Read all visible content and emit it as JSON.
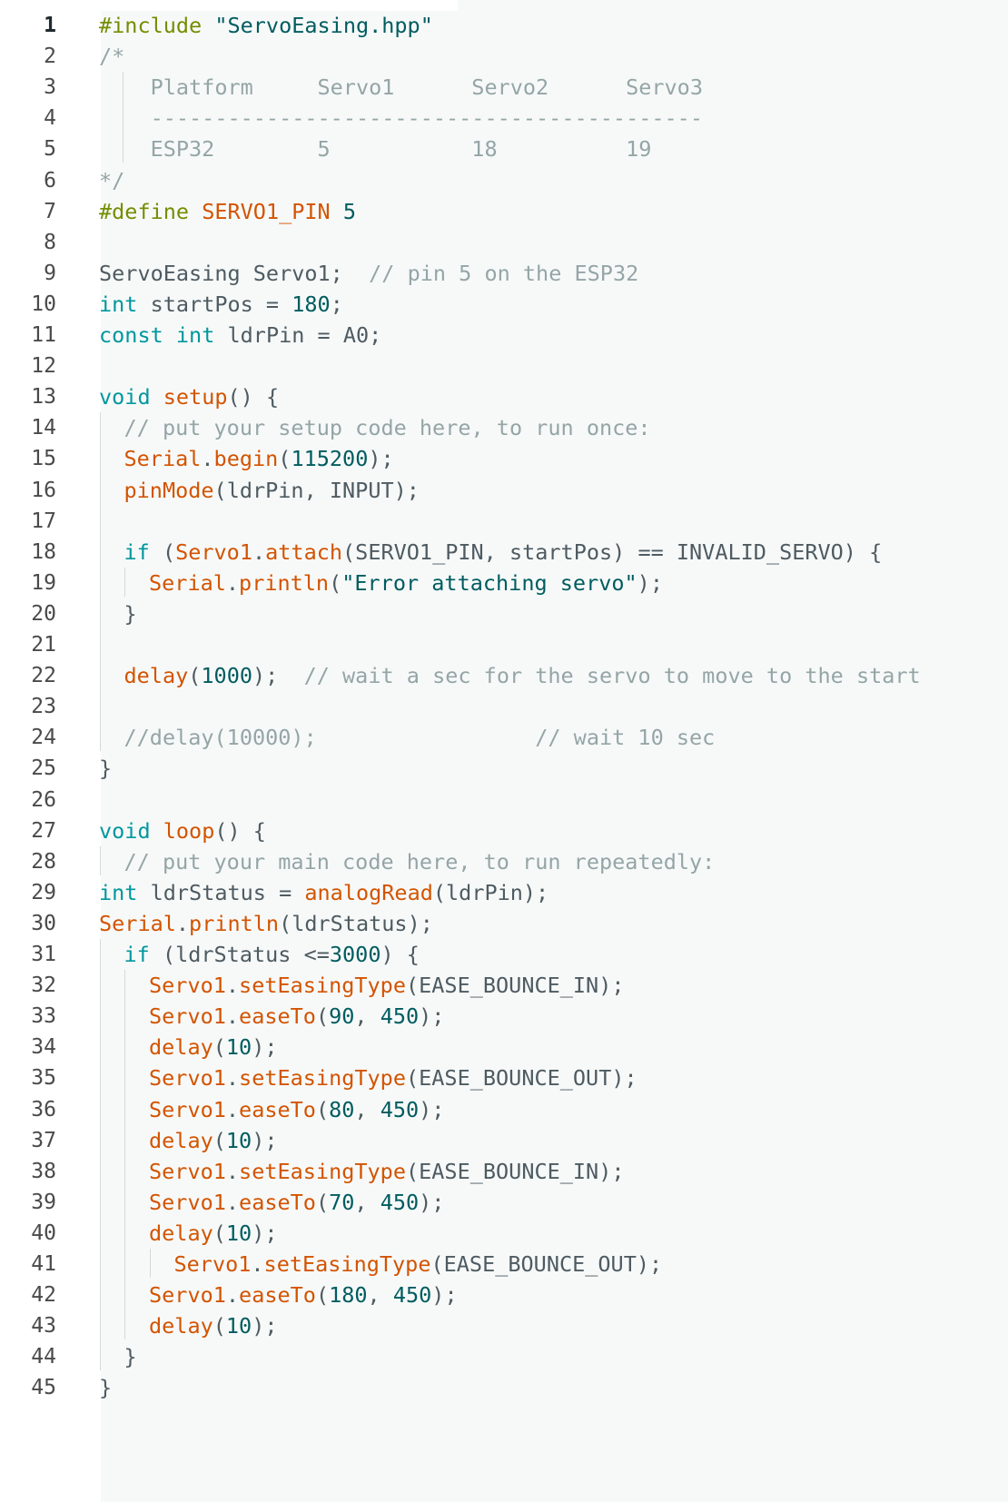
{
  "editor": {
    "colors": {
      "directive": "#728e00",
      "keyword": "#00979d",
      "function": "#d35400",
      "number": "#005c5f",
      "comment": "#95a5a6",
      "text": "#4e5b61"
    },
    "active_line": 1,
    "lines": [
      {
        "n": "1",
        "indent": 0,
        "tokens": [
          {
            "t": "#include",
            "c": "dir"
          },
          {
            "t": " \"ServoEasing.hpp\"",
            "c": "str"
          }
        ]
      },
      {
        "n": "2",
        "indent": 0,
        "tokens": [
          {
            "t": "/*",
            "c": "cmt"
          }
        ]
      },
      {
        "n": "3",
        "indent": 0,
        "tokens": [
          {
            "t": "    Platform     Servo1      Servo2      Servo3",
            "c": "cmt"
          }
        ]
      },
      {
        "n": "4",
        "indent": 0,
        "tokens": [
          {
            "t": "    -------------------------------------------",
            "c": "cmt"
          }
        ]
      },
      {
        "n": "5",
        "indent": 0,
        "tokens": [
          {
            "t": "    ESP32        5           18          19",
            "c": "cmt"
          }
        ]
      },
      {
        "n": "6",
        "indent": 0,
        "tokens": [
          {
            "t": "*/",
            "c": "cmt"
          }
        ]
      },
      {
        "n": "7",
        "indent": 0,
        "tokens": [
          {
            "t": "#define",
            "c": "dir"
          },
          {
            "t": " ",
            "c": "id"
          },
          {
            "t": "SERVO1_PIN",
            "c": "mac"
          },
          {
            "t": " ",
            "c": "id"
          },
          {
            "t": "5",
            "c": "num"
          }
        ]
      },
      {
        "n": "8",
        "indent": 0,
        "tokens": []
      },
      {
        "n": "9",
        "indent": 0,
        "tokens": [
          {
            "t": "ServoEasing Servo1;",
            "c": "id"
          },
          {
            "t": "  // pin 5 on the ESP32",
            "c": "cmt"
          }
        ]
      },
      {
        "n": "10",
        "indent": 0,
        "tokens": [
          {
            "t": "int",
            "c": "kw"
          },
          {
            "t": " startPos = ",
            "c": "id"
          },
          {
            "t": "180",
            "c": "num"
          },
          {
            "t": ";",
            "c": "id"
          }
        ]
      },
      {
        "n": "11",
        "indent": 0,
        "tokens": [
          {
            "t": "const",
            "c": "kw"
          },
          {
            "t": " ",
            "c": "id"
          },
          {
            "t": "int",
            "c": "kw"
          },
          {
            "t": " ldrPin = A0;",
            "c": "id"
          }
        ]
      },
      {
        "n": "12",
        "indent": 0,
        "tokens": []
      },
      {
        "n": "13",
        "indent": 0,
        "tokens": [
          {
            "t": "void",
            "c": "kw"
          },
          {
            "t": " ",
            "c": "id"
          },
          {
            "t": "setup",
            "c": "fn"
          },
          {
            "t": "() {",
            "c": "id"
          }
        ]
      },
      {
        "n": "14",
        "indent": 1,
        "tokens": [
          {
            "t": "// put your setup code here, to run once:",
            "c": "cmt"
          }
        ]
      },
      {
        "n": "15",
        "indent": 1,
        "tokens": [
          {
            "t": "Serial",
            "c": "fn"
          },
          {
            "t": ".",
            "c": "id"
          },
          {
            "t": "begin",
            "c": "fn"
          },
          {
            "t": "(",
            "c": "id"
          },
          {
            "t": "115200",
            "c": "num"
          },
          {
            "t": ");",
            "c": "id"
          }
        ]
      },
      {
        "n": "16",
        "indent": 1,
        "tokens": [
          {
            "t": "pinMode",
            "c": "fn"
          },
          {
            "t": "(ldrPin, INPUT);",
            "c": "id"
          }
        ]
      },
      {
        "n": "17",
        "indent": 0,
        "tokens": []
      },
      {
        "n": "18",
        "indent": 1,
        "tokens": [
          {
            "t": "if",
            "c": "kw"
          },
          {
            "t": " (",
            "c": "id"
          },
          {
            "t": "Servo1",
            "c": "fn"
          },
          {
            "t": ".",
            "c": "id"
          },
          {
            "t": "attach",
            "c": "fn"
          },
          {
            "t": "(SERVO1_PIN, startPos) == INVALID_SERVO) {",
            "c": "id"
          }
        ]
      },
      {
        "n": "19",
        "indent": 2,
        "tokens": [
          {
            "t": "Serial",
            "c": "fn"
          },
          {
            "t": ".",
            "c": "id"
          },
          {
            "t": "println",
            "c": "fn"
          },
          {
            "t": "(",
            "c": "id"
          },
          {
            "t": "\"Error attaching servo\"",
            "c": "str"
          },
          {
            "t": ");",
            "c": "id"
          }
        ]
      },
      {
        "n": "20",
        "indent": 1,
        "tokens": [
          {
            "t": "}",
            "c": "id"
          }
        ]
      },
      {
        "n": "21",
        "indent": 0,
        "tokens": []
      },
      {
        "n": "22",
        "indent": 1,
        "tokens": [
          {
            "t": "delay",
            "c": "fn"
          },
          {
            "t": "(",
            "c": "id"
          },
          {
            "t": "1000",
            "c": "num"
          },
          {
            "t": ");",
            "c": "id"
          },
          {
            "t": "  // wait a sec for the servo to move to the start",
            "c": "cmt"
          }
        ]
      },
      {
        "n": "23",
        "indent": 0,
        "tokens": []
      },
      {
        "n": "24",
        "indent": 1,
        "tokens": [
          {
            "t": "//delay(10000);                 // wait 10 sec",
            "c": "cmt"
          }
        ]
      },
      {
        "n": "25",
        "indent": 0,
        "tokens": [
          {
            "t": "}",
            "c": "id"
          }
        ]
      },
      {
        "n": "26",
        "indent": 0,
        "tokens": []
      },
      {
        "n": "27",
        "indent": 0,
        "tokens": [
          {
            "t": "void",
            "c": "kw"
          },
          {
            "t": " ",
            "c": "id"
          },
          {
            "t": "loop",
            "c": "fn"
          },
          {
            "t": "() {",
            "c": "id"
          }
        ]
      },
      {
        "n": "28",
        "indent": 1,
        "tokens": [
          {
            "t": "// put your main code here, to run repeatedly:",
            "c": "cmt"
          }
        ]
      },
      {
        "n": "29",
        "indent": 0,
        "tokens": [
          {
            "t": "int",
            "c": "kw"
          },
          {
            "t": " ldrStatus = ",
            "c": "id"
          },
          {
            "t": "analogRead",
            "c": "fn"
          },
          {
            "t": "(ldrPin);",
            "c": "id"
          }
        ]
      },
      {
        "n": "30",
        "indent": 0,
        "tokens": [
          {
            "t": "Serial",
            "c": "fn"
          },
          {
            "t": ".",
            "c": "id"
          },
          {
            "t": "println",
            "c": "fn"
          },
          {
            "t": "(ldrStatus);",
            "c": "id"
          }
        ]
      },
      {
        "n": "31",
        "indent": 1,
        "tokens": [
          {
            "t": "if",
            "c": "kw"
          },
          {
            "t": " (ldrStatus <=",
            "c": "id"
          },
          {
            "t": "3000",
            "c": "num"
          },
          {
            "t": ") {",
            "c": "id"
          }
        ]
      },
      {
        "n": "32",
        "indent": 2,
        "tokens": [
          {
            "t": "Servo1",
            "c": "fn"
          },
          {
            "t": ".",
            "c": "id"
          },
          {
            "t": "setEasingType",
            "c": "fn"
          },
          {
            "t": "(EASE_BOUNCE_IN);",
            "c": "id"
          }
        ]
      },
      {
        "n": "33",
        "indent": 2,
        "tokens": [
          {
            "t": "Servo1",
            "c": "fn"
          },
          {
            "t": ".",
            "c": "id"
          },
          {
            "t": "easeTo",
            "c": "fn"
          },
          {
            "t": "(",
            "c": "id"
          },
          {
            "t": "90",
            "c": "num"
          },
          {
            "t": ", ",
            "c": "id"
          },
          {
            "t": "450",
            "c": "num"
          },
          {
            "t": ");",
            "c": "id"
          }
        ]
      },
      {
        "n": "34",
        "indent": 2,
        "tokens": [
          {
            "t": "delay",
            "c": "fn"
          },
          {
            "t": "(",
            "c": "id"
          },
          {
            "t": "10",
            "c": "num"
          },
          {
            "t": ");",
            "c": "id"
          }
        ]
      },
      {
        "n": "35",
        "indent": 2,
        "tokens": [
          {
            "t": "Servo1",
            "c": "fn"
          },
          {
            "t": ".",
            "c": "id"
          },
          {
            "t": "setEasingType",
            "c": "fn"
          },
          {
            "t": "(EASE_BOUNCE_OUT);",
            "c": "id"
          }
        ]
      },
      {
        "n": "36",
        "indent": 2,
        "tokens": [
          {
            "t": "Servo1",
            "c": "fn"
          },
          {
            "t": ".",
            "c": "id"
          },
          {
            "t": "easeTo",
            "c": "fn"
          },
          {
            "t": "(",
            "c": "id"
          },
          {
            "t": "80",
            "c": "num"
          },
          {
            "t": ", ",
            "c": "id"
          },
          {
            "t": "450",
            "c": "num"
          },
          {
            "t": ");",
            "c": "id"
          }
        ]
      },
      {
        "n": "37",
        "indent": 2,
        "tokens": [
          {
            "t": "delay",
            "c": "fn"
          },
          {
            "t": "(",
            "c": "id"
          },
          {
            "t": "10",
            "c": "num"
          },
          {
            "t": ");",
            "c": "id"
          }
        ]
      },
      {
        "n": "38",
        "indent": 2,
        "tokens": [
          {
            "t": "Servo1",
            "c": "fn"
          },
          {
            "t": ".",
            "c": "id"
          },
          {
            "t": "setEasingType",
            "c": "fn"
          },
          {
            "t": "(EASE_BOUNCE_IN);",
            "c": "id"
          }
        ]
      },
      {
        "n": "39",
        "indent": 2,
        "tokens": [
          {
            "t": "Servo1",
            "c": "fn"
          },
          {
            "t": ".",
            "c": "id"
          },
          {
            "t": "easeTo",
            "c": "fn"
          },
          {
            "t": "(",
            "c": "id"
          },
          {
            "t": "70",
            "c": "num"
          },
          {
            "t": ", ",
            "c": "id"
          },
          {
            "t": "450",
            "c": "num"
          },
          {
            "t": ");",
            "c": "id"
          }
        ]
      },
      {
        "n": "40",
        "indent": 2,
        "tokens": [
          {
            "t": "delay",
            "c": "fn"
          },
          {
            "t": "(",
            "c": "id"
          },
          {
            "t": "10",
            "c": "num"
          },
          {
            "t": ");",
            "c": "id"
          }
        ]
      },
      {
        "n": "41",
        "indent": 3,
        "tokens": [
          {
            "t": "Servo1",
            "c": "fn"
          },
          {
            "t": ".",
            "c": "id"
          },
          {
            "t": "setEasingType",
            "c": "fn"
          },
          {
            "t": "(EASE_BOUNCE_OUT);",
            "c": "id"
          }
        ]
      },
      {
        "n": "42",
        "indent": 2,
        "tokens": [
          {
            "t": "Servo1",
            "c": "fn"
          },
          {
            "t": ".",
            "c": "id"
          },
          {
            "t": "easeTo",
            "c": "fn"
          },
          {
            "t": "(",
            "c": "id"
          },
          {
            "t": "180",
            "c": "num"
          },
          {
            "t": ", ",
            "c": "id"
          },
          {
            "t": "450",
            "c": "num"
          },
          {
            "t": ");",
            "c": "id"
          }
        ]
      },
      {
        "n": "43",
        "indent": 2,
        "tokens": [
          {
            "t": "delay",
            "c": "fn"
          },
          {
            "t": "(",
            "c": "id"
          },
          {
            "t": "10",
            "c": "num"
          },
          {
            "t": ");",
            "c": "id"
          }
        ]
      },
      {
        "n": "44",
        "indent": 1,
        "tokens": [
          {
            "t": "}",
            "c": "id"
          }
        ]
      },
      {
        "n": "45",
        "indent": 0,
        "tokens": [
          {
            "t": "}",
            "c": "id"
          }
        ]
      }
    ]
  }
}
